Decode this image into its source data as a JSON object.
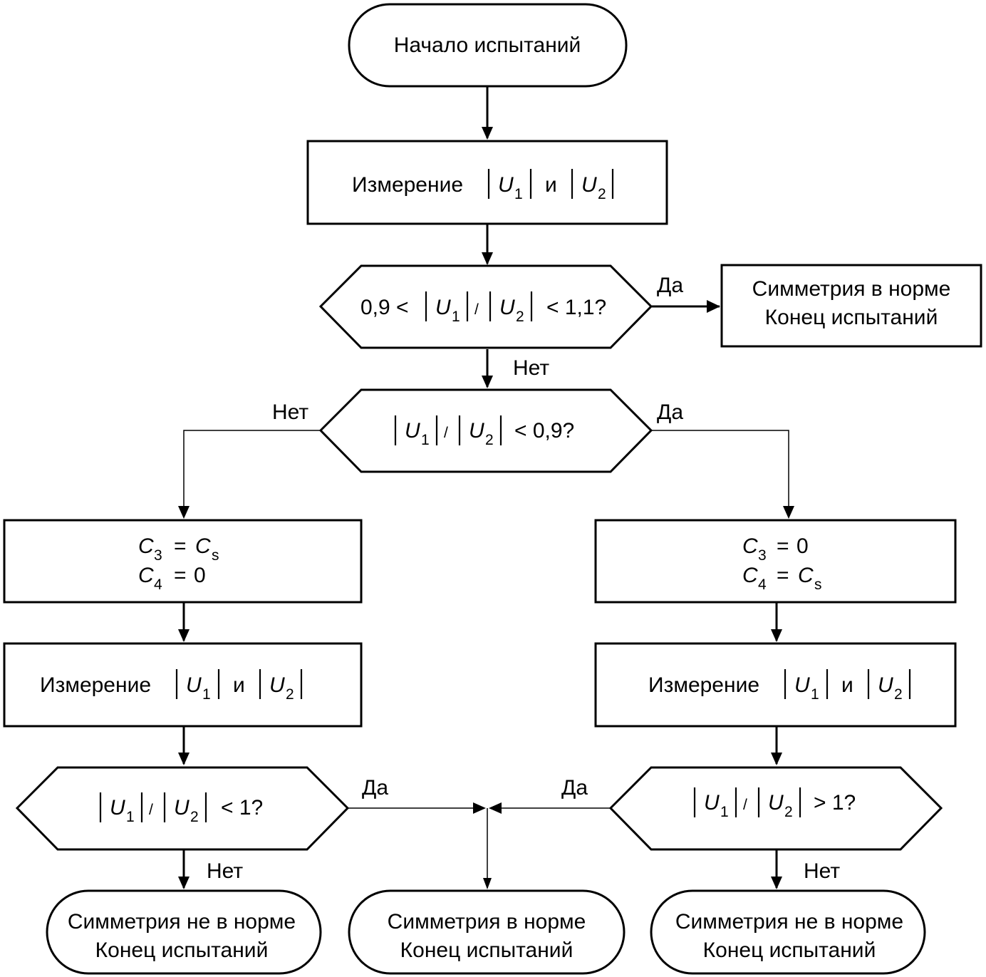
{
  "nodes": {
    "start": "Начало испытаний",
    "measure_text": "Измерение",
    "and_text": "и",
    "u": "U",
    "c": "C",
    "idx1": "1",
    "idx2": "2",
    "idx3": "3",
    "idx4": "4",
    "idx_s": "s",
    "slash": "/",
    "eq": "=",
    "zero": "0",
    "cond1_prefix": "0,9 <",
    "cond1_suffix": "< 1,1?",
    "cond2_suffix": "< 0,9?",
    "cond3_suffix": "< 1?",
    "cond4_suffix": "> 1?",
    "ok_line1": "Симметрия в норме",
    "ok_line2": "Конец испытаний",
    "bad_line1": "Симметрия не в норме",
    "bad_line2": "Конец испытаний"
  },
  "edges": {
    "yes": "Да",
    "no": "Нет"
  }
}
